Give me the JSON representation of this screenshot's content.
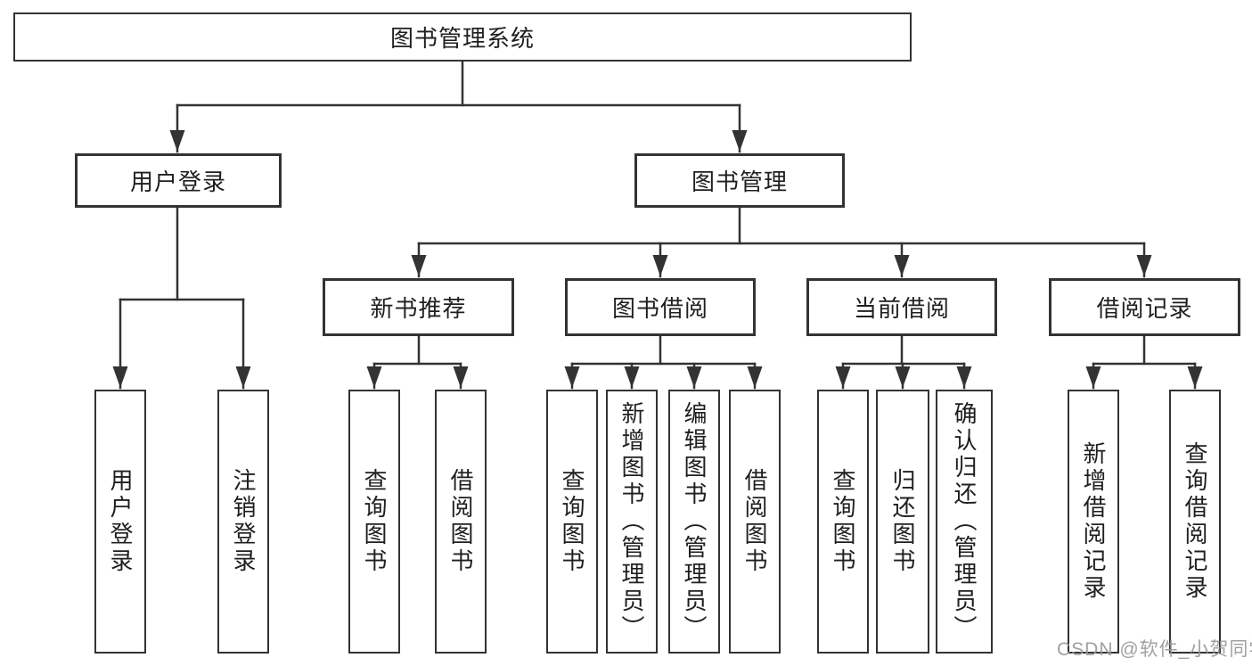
{
  "diagram": {
    "root": {
      "label": "图书管理系统"
    },
    "branches": [
      {
        "label": "用户登录",
        "children": [
          {
            "label": "用户登录"
          },
          {
            "label": "注销登录"
          }
        ]
      },
      {
        "label": "图书管理",
        "children": [
          {
            "label": "新书推荐",
            "children": [
              {
                "label": "查询图书"
              },
              {
                "label": "借阅图书"
              }
            ]
          },
          {
            "label": "图书借阅",
            "children": [
              {
                "label": "查询图书"
              },
              {
                "label": "新增图书（管理员）"
              },
              {
                "label": "编辑图书（管理员）"
              },
              {
                "label": "借阅图书"
              }
            ]
          },
          {
            "label": "当前借阅",
            "children": [
              {
                "label": "查询图书"
              },
              {
                "label": "归还图书"
              },
              {
                "label": "确认归还（管理员）"
              }
            ]
          },
          {
            "label": "借阅记录",
            "children": [
              {
                "label": "新增借阅记录"
              },
              {
                "label": "查询借阅记录"
              }
            ]
          }
        ]
      }
    ]
  },
  "watermark": {
    "text": "CSDN @软件_小贺同学"
  },
  "colors": {
    "line": "#333333",
    "text": "#1f1f1f",
    "background": "#ffffff",
    "watermark": "#999999"
  }
}
